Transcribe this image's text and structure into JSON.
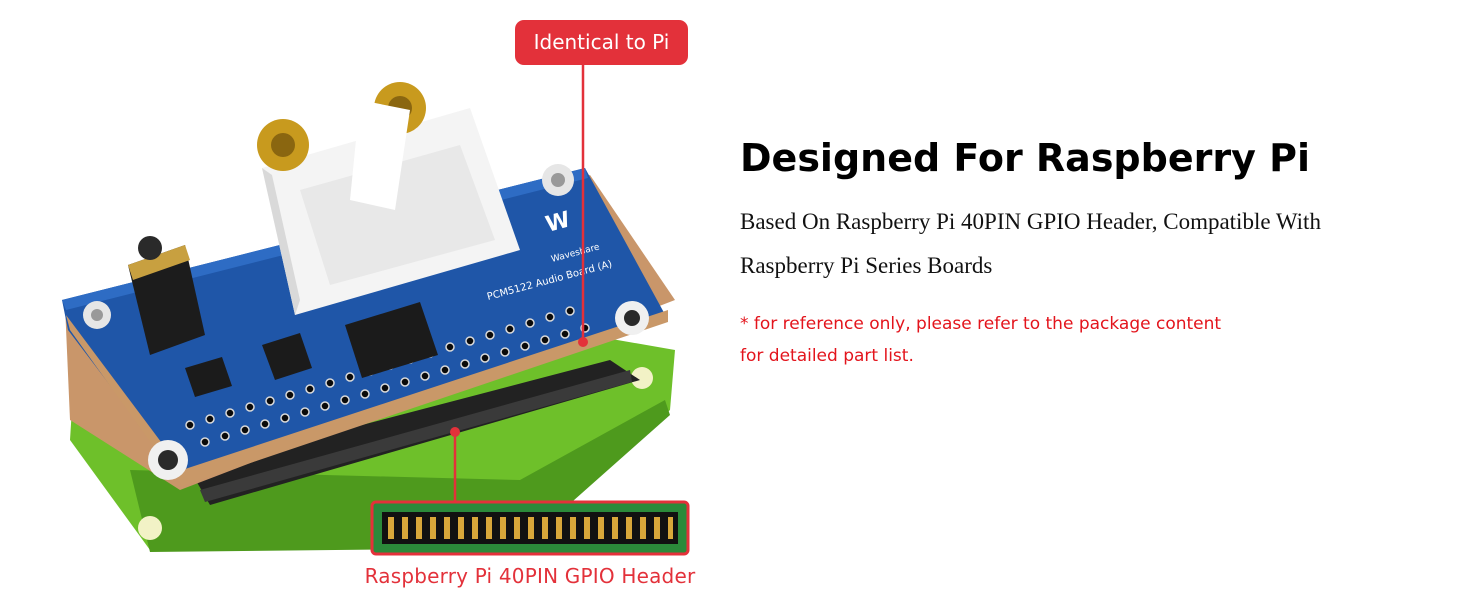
{
  "product_image": {
    "brand_text": "Waveshare",
    "board_label": "PCM5122 Audio Board (A)",
    "callout_top": "Identical to Pi",
    "callout_bottom": "Raspberry Pi 40PIN GPIO Header",
    "accent_color": "#e3313a",
    "board_color": "#1f56a8"
  },
  "feature": {
    "title": "Designed For Raspberry Pi",
    "description": "Based On Raspberry Pi 40PIN GPIO Header, Compatible With Raspberry Pi Series Boards",
    "note_line1": "* for reference only, please refer to the package content",
    "note_line2": "for detailed part list."
  }
}
